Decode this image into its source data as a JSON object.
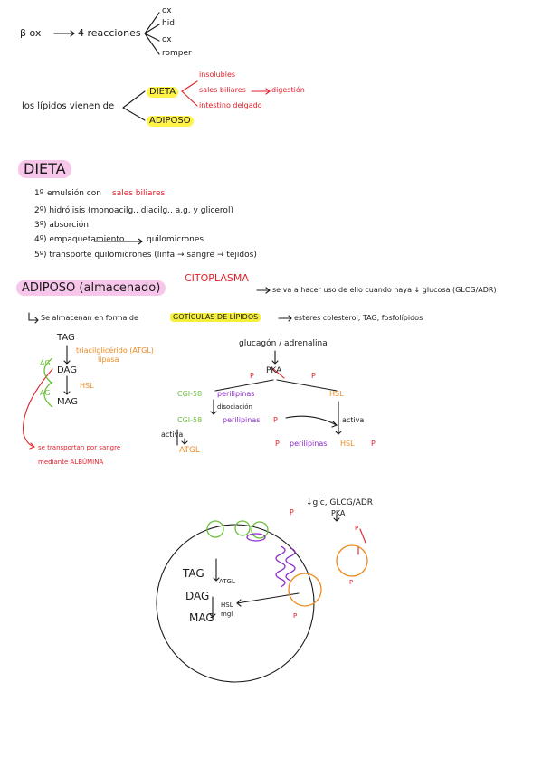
{
  "top": {
    "beta_ox": "β ox",
    "reacciones": "4 reacciones",
    "items": [
      "ox",
      "hid",
      "ox",
      "romper"
    ]
  },
  "lipidos": {
    "label": "los lípidos vienen de",
    "dieta": "DIETA",
    "adiposo": "ADIPOSO",
    "dieta_items": [
      "insolubles",
      "sales biliares",
      "digestión",
      "intestino delgado"
    ]
  },
  "dieta": {
    "heading": "DIETA",
    "step1_num": "1º",
    "step1_text": "emulsión con",
    "step1_red": "sales biliares",
    "step2": "2º) hidrólisis (monoacilg., diacilg., a.g. y glicerol)",
    "step3": "3º) absorción",
    "step4_a": "4º) empaquetamiento",
    "step4_b": "quilomicrones",
    "step5": "5º) transporte quilomicrones (linfa → sangre → tejidos)"
  },
  "adiposo": {
    "heading": "ADIPOSO (almacenado)",
    "citoplasma": "CITOPLASMA",
    "use_text": "se va a hacer uso de ello cuando haya ↓ glucosa (GLCG/ADR)",
    "almacenan_a": "Se almacenan en forma de",
    "gotitas": "GOTÍCULAS DE LÍPIDOS",
    "almacenan_b": "esteres colesterol, TAG, fosfolípidos"
  },
  "pathway": {
    "tag": "TAG",
    "dag": "DAG",
    "mag": "MAG",
    "atgl": "triacilglicérido (ATGL)",
    "lipasa": "lipasa",
    "hsl": "HSL",
    "ag1": "AG",
    "ag2": "AG",
    "transport1": "se transportan por sangre",
    "transport2": "mediante ALBÚMINA"
  },
  "signaling": {
    "hormones": "glucagón / adrenalina",
    "pka": "PKA",
    "p": "P",
    "cgi": "CGI-58",
    "perilipinas": "perilipinas",
    "disociacion": "disociación",
    "hsl": "HSL",
    "activa": "activa",
    "atgl": "ATGL"
  },
  "cell": {
    "top_label": "↓glc, GLCG/ADR",
    "pka": "PKA",
    "tag": "TAG",
    "dag": "DAG",
    "mag": "MAG",
    "atgl": "ATGL",
    "hsl": "HSL",
    "mgl": "mgl",
    "p": "P"
  }
}
